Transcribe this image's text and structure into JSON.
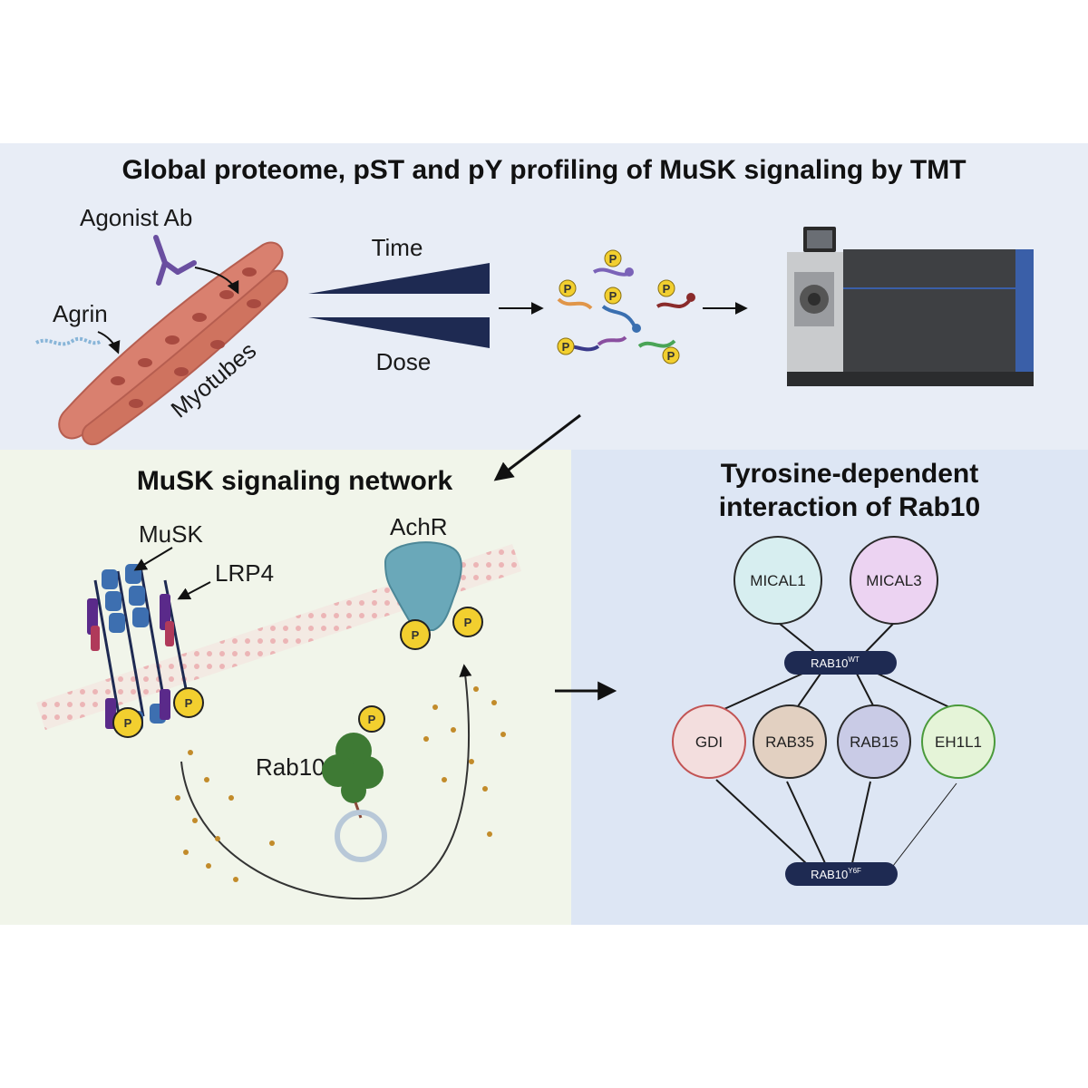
{
  "top_panel": {
    "title": "Global proteome, pST and pY profiling of MuSK signaling by TMT",
    "labels": {
      "agonist_ab": "Agonist Ab",
      "agrin": "Agrin",
      "myotubes": "Myotubes",
      "time": "Time",
      "dose": "Dose"
    },
    "phospho_label": "P"
  },
  "left_panel": {
    "title": "MuSK signaling network",
    "labels": {
      "musk": "MuSK",
      "lrp4": "LRP4",
      "achr": "AchR",
      "rab10": "Rab10"
    }
  },
  "right_panel": {
    "title_line1": "Tyrosine-dependent",
    "title_line2": "interaction of Rab10",
    "nodes": {
      "mical1": "MICAL1",
      "mical3": "MICAL3",
      "gdi": "GDI",
      "rab35": "RAB35",
      "rab15": "RAB15",
      "eh1l1": "EH1L1"
    },
    "hub_wt": {
      "base": "RAB10",
      "sup": "WT"
    },
    "hub_mut": {
      "base": "RAB10",
      "sup": "Y6F"
    }
  },
  "colors": {
    "top_bg": "#e8edf6",
    "left_bg": "#f1f5ea",
    "right_bg": "#dde6f4",
    "navy": "#1e2a52",
    "phospho_yellow": "#f2cf2f",
    "myotube": "#d9806f",
    "achr": "#6aa8b9",
    "rab10": "#3e7a34"
  }
}
